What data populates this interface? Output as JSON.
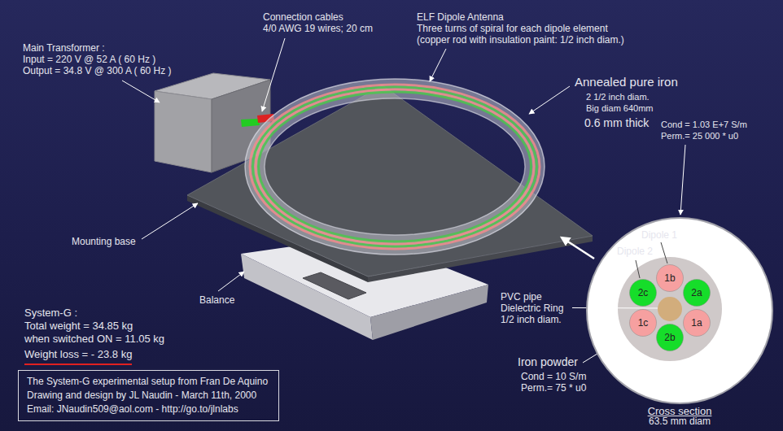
{
  "diagram": {
    "nodes": [
      {
        "text": [
          "Cross section",
          "63.5 mm diam"
        ]
      },
      {
        "text": [
          "1b"
        ],
        "in": 0
      },
      {
        "text": [
          "2c"
        ],
        "in": 0
      },
      {
        "text": [
          "2a"
        ],
        "in": 0
      },
      {
        "text": [
          "1c"
        ],
        "in": 0
      },
      {
        "text": [
          "1a"
        ],
        "in": 0
      },
      {
        "text": [
          "2b"
        ],
        "in": 0
      },
      {
        "text": [
          "The System-G experimental setup from Fran De Aquino",
          "Drawing and design by JL Naudin - March 11th, 2000",
          "Email: JNaudin509@aol.com - http://go.to/jlnlabs"
        ]
      }
    ],
    "labels": [
      "Connection cables",
      "4/0 AWG 19 wires; 20 cm",
      "ELF Dipole Antenna",
      "Three turns of spiral for each dipole element",
      "(copper rod with insulation paint: 1/2 inch diam.)",
      "Main Transformer :",
      "Input = 220 V @ 52 A ( 60 Hz )",
      "Output = 34.8 V @ 300 A ( 60 Hz )",
      "Annealed pure iron",
      "2 1/2 inch diam.",
      "Big diam 640mm",
      "0.6 mm thick",
      "Cond = 1.03 E+7 S/m",
      "Perm.= 25 000 * u0",
      "Dipole 1",
      "Dipole 2",
      "Mounting base",
      "PVC pipe",
      "Dielectric Ring",
      "1/2 inch diam.",
      "Balance",
      "System-G :",
      "Total weight = 34.85 kg",
      "when switched ON = 11.05 kg",
      "Weight loss = - 23.8 kg",
      "Iron powder",
      "Cond = 10 S/m",
      "Perm.= 75 * u0"
    ]
  }
}
